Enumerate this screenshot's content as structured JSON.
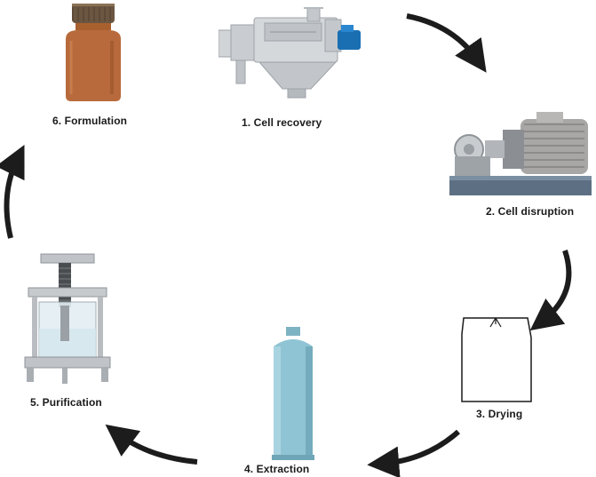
{
  "steps": [
    {
      "label": "1. Cell recovery",
      "icon": "centrifuge-icon"
    },
    {
      "label": "2. Cell disruption",
      "icon": "bead-mill-motor-icon"
    },
    {
      "label": "3. Drying",
      "icon": "drying-bag-icon"
    },
    {
      "label": "4. Extraction",
      "icon": "extraction-column-icon"
    },
    {
      "label": "5. Purification",
      "icon": "purification-press-icon"
    },
    {
      "label": "6. Formulation",
      "icon": "bottle-icon"
    }
  ],
  "colors": {
    "arrow": "#1c1c1c",
    "bottle": "#b86a3c",
    "column": "#8fc4d4",
    "motor_blue": "#1a6fb3",
    "steel": "#c9cdd1",
    "base": "#5d7083"
  }
}
